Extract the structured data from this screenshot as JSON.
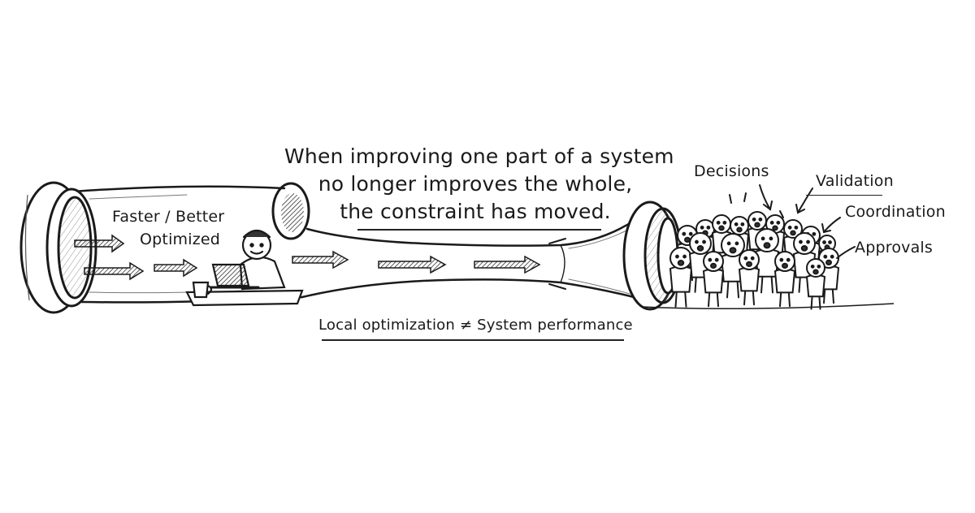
{
  "headline": {
    "line1": "When improving one part of a system",
    "line2": "no longer improves the whole,",
    "line3": "the constraint has moved."
  },
  "left_label": {
    "line1": "Faster / Better",
    "line2": "Optimized"
  },
  "bottom_caption": "Local optimization ≠ System performance",
  "bottleneck_labels": [
    "Decisions",
    "Validation",
    "Coordination",
    "Approvals"
  ],
  "colors": {
    "ink": "#1a1a1a",
    "paper": "#ffffff",
    "shade": "#6b6b6b"
  }
}
